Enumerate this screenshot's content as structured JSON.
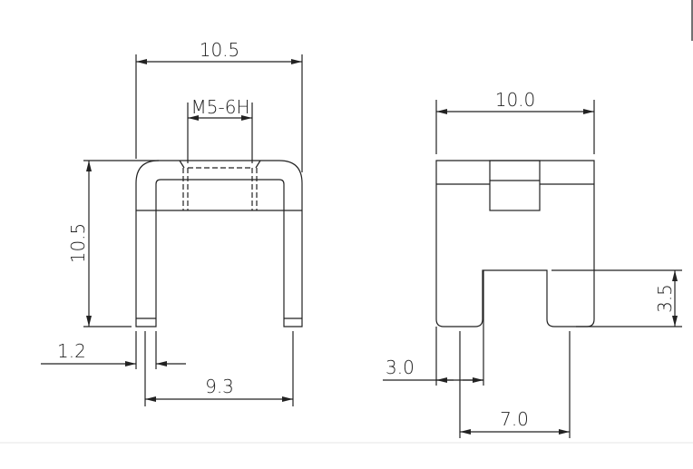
{
  "front_view": {
    "width_label": "10.5",
    "thread_label": "M5-6H",
    "height_label": "10.5",
    "leg_thickness_label": "1.2",
    "leg_spacing_label": "9.3"
  },
  "side_view": {
    "width_label": "10.0",
    "slot_depth_label": "3.5",
    "leg_width_label": "3.0",
    "pitch_label": "7.0"
  },
  "colors": {
    "line": "#222222",
    "background": "#ffffff",
    "separator": "#e6e6e6"
  }
}
